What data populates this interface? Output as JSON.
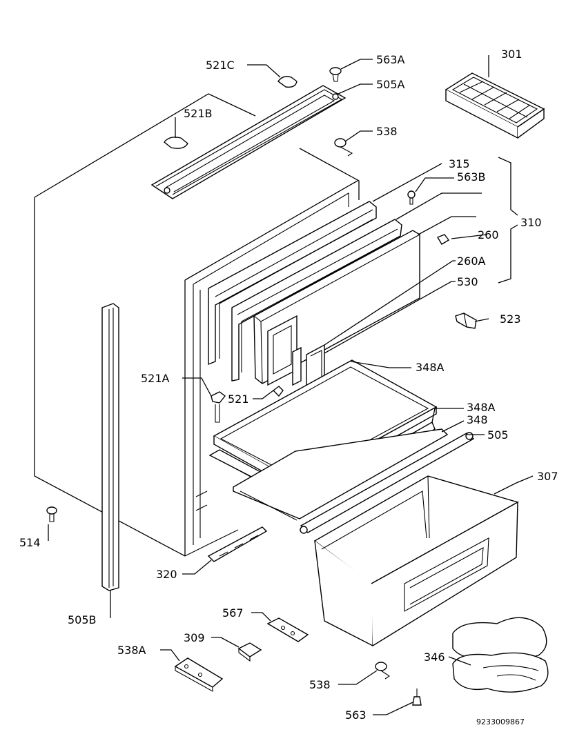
{
  "diagram": {
    "callouts": {
      "c521C": "521C",
      "c563A": "563A",
      "c505A": "505A",
      "c301": "301",
      "c521B": "521B",
      "c538_top": "538",
      "c315": "315",
      "c563B": "563B",
      "c310": "310",
      "c260": "260",
      "c260A": "260A",
      "c530": "530",
      "c523": "523",
      "c348A_top": "348A",
      "c521A": "521A",
      "c521": "521",
      "c348A_mid": "348A",
      "c348": "348",
      "c505": "505",
      "c307": "307",
      "c514": "514",
      "c320": "320",
      "c505B": "505B",
      "c567": "567",
      "c309": "309",
      "c538A": "538A",
      "c346": "346",
      "c538_bottom": "538",
      "c563": "563"
    },
    "drawing_number": "9233009867"
  }
}
